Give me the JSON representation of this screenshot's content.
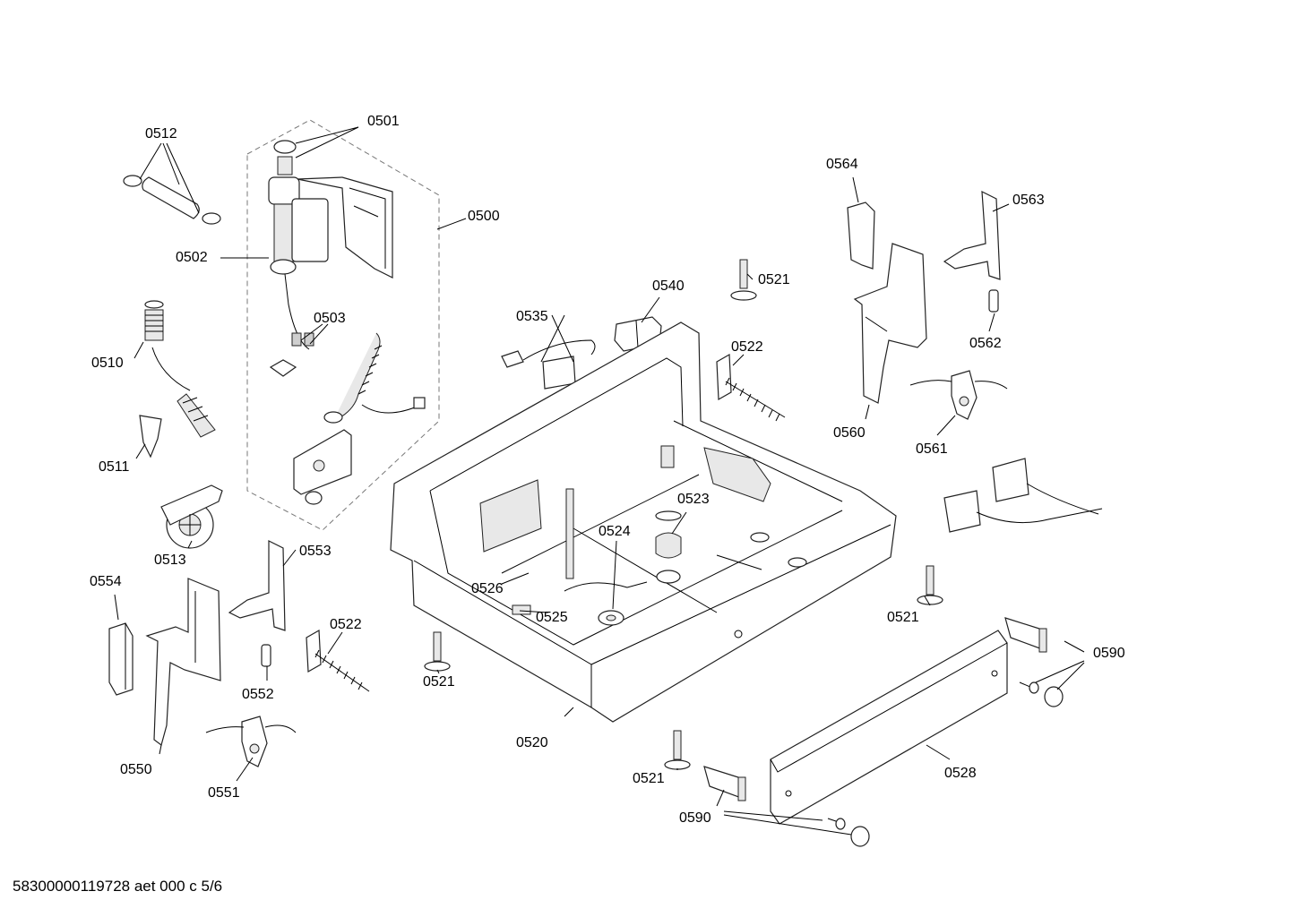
{
  "labels": {
    "p0500": "0500",
    "p0501": "0501",
    "p0502": "0502",
    "p0503": "0503",
    "p0510": "0510",
    "p0511": "0511",
    "p0512": "0512",
    "p0513": "0513",
    "p0520": "0520",
    "p0521_a": "0521",
    "p0521_b": "0521",
    "p0521_c": "0521",
    "p0521_d": "0521",
    "p0522_a": "0522",
    "p0522_b": "0522",
    "p0523": "0523",
    "p0524": "0524",
    "p0525": "0525",
    "p0526": "0526",
    "p0528": "0528",
    "p0535": "0535",
    "p0540": "0540",
    "p0550": "0550",
    "p0551": "0551",
    "p0552": "0552",
    "p0553": "0553",
    "p0554": "0554",
    "p0560": "0560",
    "p0561": "0561",
    "p0562": "0562",
    "p0563": "0563",
    "p0564": "0564",
    "p0590_a": "0590",
    "p0590_b": "0590"
  },
  "footer": {
    "drawing_code": "58300000119728 aet 000 c 5/6"
  }
}
